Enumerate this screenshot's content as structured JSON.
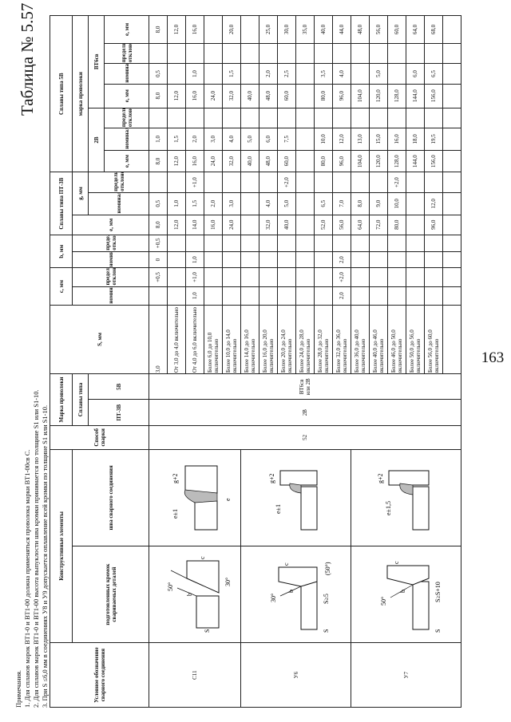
{
  "page_number": "163",
  "table_title": "Таблица № 5.57",
  "headers": {
    "designation": "Условное обозначение сварного соединения",
    "constructive": "Конструктивные элементы",
    "edges": "подготовленных кромок свариваемых деталей",
    "seam": "шва сварного соединения",
    "method": "Способ сварки",
    "wire_brand": "Марка проволоки",
    "alloy_type": "Сплавы типа",
    "pt3v": "ПТ-3В",
    "five_v": "5В",
    "s_mm": "S, мм",
    "c_mm": "с, мм",
    "b_mm": "b, мм",
    "alloys_pt3v": "Сплавы типа ПТ-3В",
    "e_mm": "е, мм",
    "g_mm": "g, мм",
    "alloys_5v": "Сплавы типа 5В",
    "wire_brand_lower": "марка проволоки",
    "two_v": "2В",
    "vt6sv": "ВТ6св",
    "nom": "номинальное",
    "dev": "предельное отклонение"
  },
  "method_value": "52",
  "wire_pt3v_value": "2В",
  "wire_5v_value": "ВТ6св или 2В",
  "connections": [
    {
      "id": "С11",
      "dim_labels": [
        "50°",
        "b",
        "S",
        "c",
        "30°"
      ],
      "seam_labels": [
        "e±1",
        "g+2",
        "e"
      ]
    },
    {
      "id": "У6",
      "dim_labels": [
        "30°",
        "b",
        "c",
        "S",
        "S≥5",
        "(50°)"
      ],
      "seam_labels": [
        "e±1",
        "g+2"
      ]
    },
    {
      "id": "У7",
      "dim_labels": [
        "50°",
        "b",
        "c",
        "S",
        "S≥S+10"
      ],
      "seam_labels": [
        "e±1,5",
        "g+2"
      ]
    }
  ],
  "rows": [
    {
      "s": "3,0",
      "c_nom": "",
      "c_dev": "+0,5",
      "b_nom": "0",
      "b_dev": "+0,5",
      "e1": "8,0",
      "g1_nom": "0,5",
      "g1_dev": "",
      "e2": "8,0",
      "g2_nom": "1,0",
      "e3": "8,0",
      "g3_nom": "0,5",
      "e4": "8,0"
    },
    {
      "s": "От 3,0 до 4,0 включительно",
      "c_nom": "",
      "c_dev": "",
      "b_nom": "",
      "b_dev": "",
      "e1": "12,0",
      "g1_nom": "1,0",
      "g1_dev": "",
      "e2": "12,0",
      "g2_nom": "1,5",
      "e3": "12,0",
      "g3_nom": "",
      "e4": "12,0"
    },
    {
      "s": "От 4,0 до 6,0 включительно",
      "c_nom": "1,0",
      "c_dev": "+1,0",
      "b_nom": "1,0",
      "b_dev": "",
      "e1": "14,0",
      "g1_nom": "1,5",
      "g1_dev": "+1,0",
      "e2": "16,0",
      "g2_nom": "2,0",
      "e3": "16,0",
      "g3_nom": "1,0",
      "e4": "16,0"
    },
    {
      "s": "Более 6,0 до 10,0 включительно",
      "c_nom": "",
      "c_dev": "",
      "b_nom": "",
      "b_dev": "",
      "e1": "16,0",
      "g1_nom": "2,0",
      "g1_dev": "",
      "e2": "24,0",
      "g2_nom": "3,0",
      "e3": "24,0",
      "g3_nom": "",
      "e4": ""
    },
    {
      "s": "Более 10,0 до 14,0 включительно",
      "c_nom": "",
      "c_dev": "",
      "b_nom": "",
      "b_dev": "",
      "e1": "24,0",
      "g1_nom": "3,0",
      "g1_dev": "",
      "e2": "32,0",
      "g2_nom": "4,0",
      "e3": "32,0",
      "g3_nom": "1,5",
      "e4": "20,0"
    },
    {
      "s": "Более 14,0 до 16,0 включительно",
      "c_nom": "",
      "c_dev": "",
      "b_nom": "",
      "b_dev": "",
      "e1": "",
      "g1_nom": "",
      "g1_dev": "",
      "e2": "40,0",
      "g2_nom": "5,0",
      "e3": "40,0",
      "g3_nom": "",
      "e4": ""
    },
    {
      "s": "Более 16,0 до 20,0 включительно",
      "c_nom": "",
      "c_dev": "",
      "b_nom": "",
      "b_dev": "",
      "e1": "32,0",
      "g1_nom": "4,0",
      "g1_dev": "",
      "e2": "48,0",
      "g2_nom": "6,0",
      "e3": "48,0",
      "g3_nom": "2,0",
      "e4": "25,0"
    },
    {
      "s": "Более 20,0 до 24,0 включительно",
      "c_nom": "",
      "c_dev": "",
      "b_nom": "",
      "b_dev": "",
      "e1": "40,0",
      "g1_nom": "5,0",
      "g1_dev": "+2,0",
      "e2": "60,0",
      "g2_nom": "7,5",
      "e3": "60,0",
      "g3_nom": "2,5",
      "e4": "30,0"
    },
    {
      "s": "Более 24,0 до 28,0 включительно",
      "c_nom": "",
      "c_dev": "",
      "b_nom": "",
      "b_dev": "",
      "e1": "",
      "g1_nom": "",
      "g1_dev": "",
      "e2": "",
      "g2_nom": "",
      "e3": "",
      "g3_nom": "",
      "e4": "35,0"
    },
    {
      "s": "Более 28,0 до 32,0 включительно",
      "c_nom": "",
      "c_dev": "",
      "b_nom": "",
      "b_dev": "",
      "e1": "52,0",
      "g1_nom": "6,5",
      "g1_dev": "",
      "e2": "80,0",
      "g2_nom": "10,0",
      "e3": "80,0",
      "g3_nom": "3,5",
      "e4": "40,0"
    },
    {
      "s": "Более 32,0 до 36,0 включительно",
      "c_nom": "2,0",
      "c_dev": "+2,0",
      "b_nom": "2,0",
      "b_dev": "",
      "e1": "56,0",
      "g1_nom": "7,0",
      "g1_dev": "",
      "e2": "96,0",
      "g2_nom": "12,0",
      "e3": "96,0",
      "g3_nom": "4,0",
      "e4": "44,0"
    },
    {
      "s": "Более 36,0 до 40,0 включительно",
      "c_nom": "",
      "c_dev": "",
      "b_nom": "",
      "b_dev": "",
      "e1": "64,0",
      "g1_nom": "8,0",
      "g1_dev": "",
      "e2": "104,0",
      "g2_nom": "13,0",
      "e3": "104,0",
      "g3_nom": "",
      "e4": "48,0"
    },
    {
      "s": "Более 40,0 до 46,0 включительно",
      "c_nom": "",
      "c_dev": "",
      "b_nom": "",
      "b_dev": "",
      "e1": "72,0",
      "g1_nom": "9,0",
      "g1_dev": "",
      "e2": "120,0",
      "g2_nom": "15,0",
      "e3": "120,0",
      "g3_nom": "5,0",
      "e4": "56,0"
    },
    {
      "s": "Более 46,0 до 50,0 включительно",
      "c_nom": "",
      "c_dev": "",
      "b_nom": "",
      "b_dev": "",
      "e1": "80,0",
      "g1_nom": "10,0",
      "g1_dev": "+2,0",
      "e2": "128,0",
      "g2_nom": "16,0",
      "e3": "128,0",
      "g3_nom": "",
      "e4": "60,0"
    },
    {
      "s": "Более 50,0 до 56,0 включительно",
      "c_nom": "",
      "c_dev": "",
      "b_nom": "",
      "b_dev": "",
      "e1": "",
      "g1_nom": "",
      "g1_dev": "",
      "e2": "144,0",
      "g2_nom": "18,0",
      "e3": "144,0",
      "g3_nom": "6,0",
      "e4": "64,0"
    },
    {
      "s": "Более 56,0 до 60,0 включительно",
      "c_nom": "",
      "c_dev": "",
      "b_nom": "",
      "b_dev": "",
      "e1": "96,0",
      "g1_nom": "12,0",
      "g1_dev": "",
      "e2": "156,0",
      "g2_nom": "19,5",
      "e3": "156,0",
      "g3_nom": "6,5",
      "e4": "68,0"
    }
  ],
  "notes": {
    "title": "Примечания.",
    "items": [
      "1. Для сплавов марок ВТ1-0 и ВТ1-00 должна применяться проволока марки ВТ1-00св С.",
      "2. Для сплавов марок ВТ1-0 и ВТ1-00 высота выпуклости шва кромки принимается по толщине S1 или S1-10.",
      "3. При S ≤6,0 мм в соединениях У8 и У9 допускается оплавление всей кромки по толщине S1 или S1-10."
    ]
  }
}
